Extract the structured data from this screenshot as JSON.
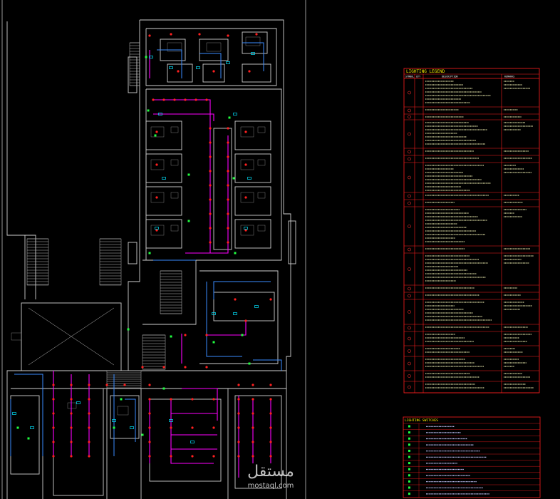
{
  "legend": {
    "title": "LIGHTING LEGEND",
    "headers": [
      "SYMBOL",
      "QTY",
      "DESCRIPTION",
      "REMARKS"
    ]
  },
  "switch_legend": {
    "title": "LIGHTING SWITCHES"
  },
  "watermark": {
    "arabic": "مستقل",
    "latin": "mostaql.com"
  },
  "colors": {
    "background": "#000000",
    "walls": "#cfcfcf",
    "circuit_magenta": "#ff00ff",
    "circuit_blue": "#3a8cff",
    "fixture_red": "#ff2020",
    "fixture_cyan": "#00e5ff",
    "switch_green": "#20ff40",
    "legend_frame": "#ff1e1e",
    "switch_frame": "#ff1e1e"
  }
}
